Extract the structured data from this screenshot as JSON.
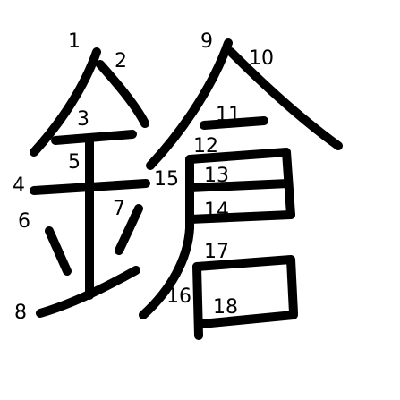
{
  "character": "鎗",
  "stroke_numbers": [
    "1",
    "2",
    "3",
    "4",
    "5",
    "6",
    "7",
    "8",
    "9",
    "10",
    "11",
    "12",
    "13",
    "14",
    "15",
    "16",
    "17",
    "18"
  ],
  "colors": {
    "stroke": "#000000",
    "background": "#ffffff"
  }
}
